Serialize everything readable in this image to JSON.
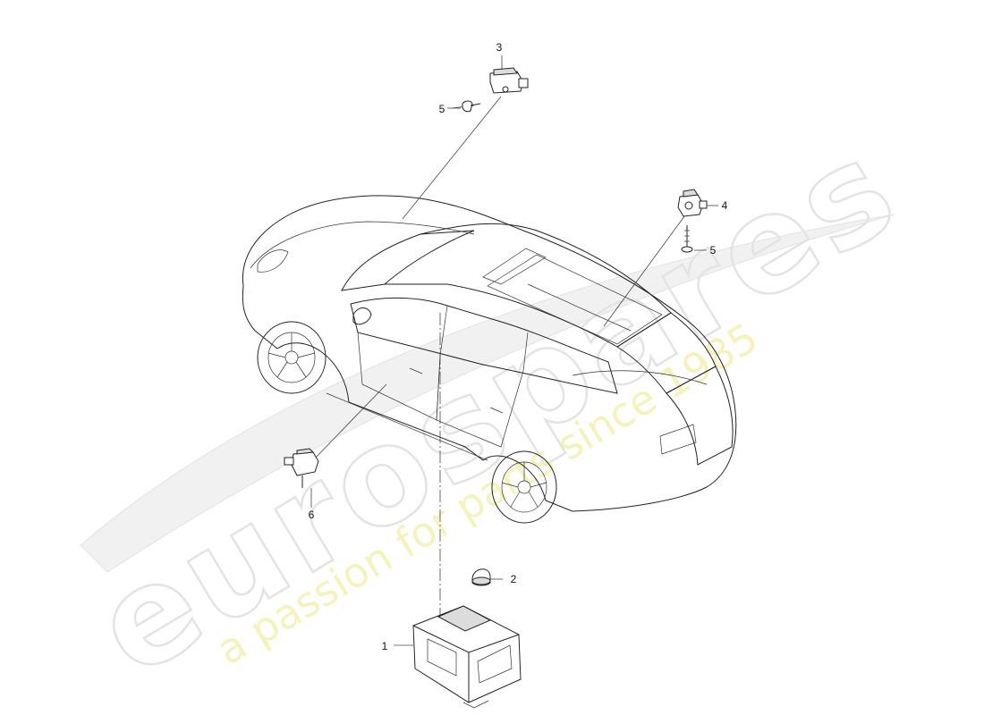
{
  "watermark": {
    "brand": "eurospares",
    "tagline": "a passion for parts since 1985"
  },
  "callouts": [
    {
      "id": "c1",
      "label": "1"
    },
    {
      "id": "c2",
      "label": "2"
    },
    {
      "id": "c3",
      "label": "3"
    },
    {
      "id": "c4",
      "label": "4"
    },
    {
      "id": "c5a",
      "label": "5"
    },
    {
      "id": "c5b",
      "label": "5"
    },
    {
      "id": "c6",
      "label": "6"
    }
  ]
}
